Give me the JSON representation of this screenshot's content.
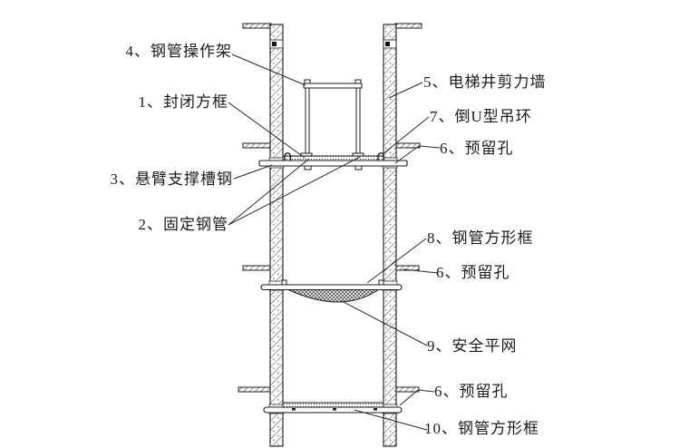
{
  "diagram": {
    "left_labels": [
      {
        "text": "4、钢管操作架"
      },
      {
        "text": "1、封闭方框"
      },
      {
        "text": "3、悬臂支撑槽钢"
      },
      {
        "text": "2、固定钢管"
      }
    ],
    "right_labels": [
      {
        "text": "5、电梯井剪力墙"
      },
      {
        "text": "7、倒U型吊环"
      },
      {
        "text": "6、预留孔"
      },
      {
        "text": "8、钢管方形框"
      },
      {
        "text": "6、预留孔"
      },
      {
        "text": "9、安全平网"
      },
      {
        "text": "6、预留孔"
      },
      {
        "text": "10、钢管方形框"
      }
    ],
    "colors": {
      "line": "#1c1c1c",
      "background": "#ffffff"
    }
  }
}
